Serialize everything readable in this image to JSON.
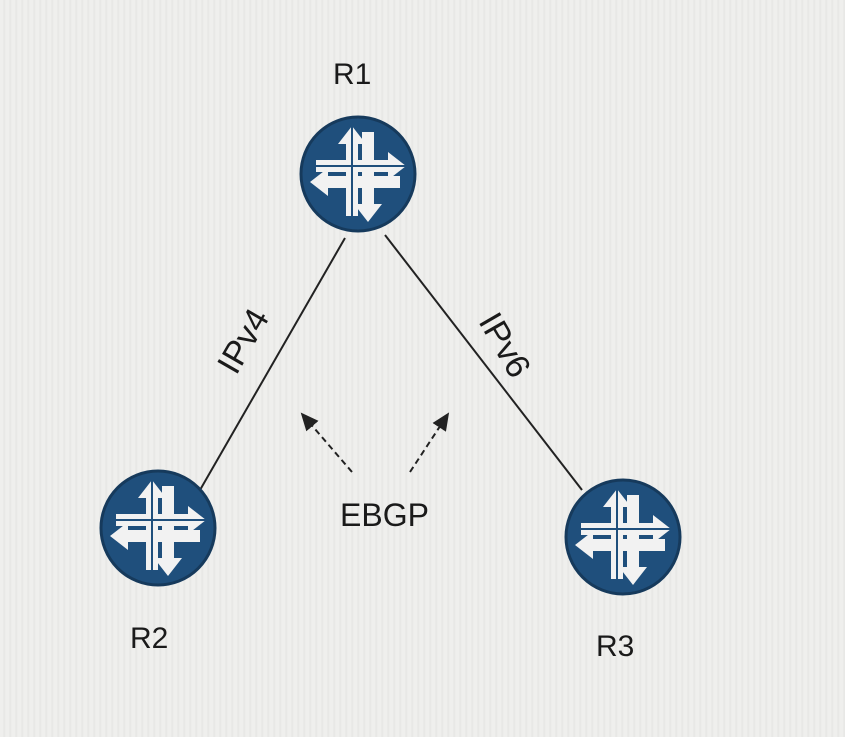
{
  "routers": [
    {
      "label": "R1"
    },
    {
      "label": "R2"
    },
    {
      "label": "R3"
    }
  ],
  "links": [
    {
      "from": "R1",
      "to": "R2",
      "label": "IPv4"
    },
    {
      "from": "R1",
      "to": "R3",
      "label": "IPv6"
    }
  ],
  "session": {
    "label": "EBGP"
  },
  "colors": {
    "router": "#1f4f7c",
    "line": "#222222",
    "text": "#1a1a1a"
  }
}
